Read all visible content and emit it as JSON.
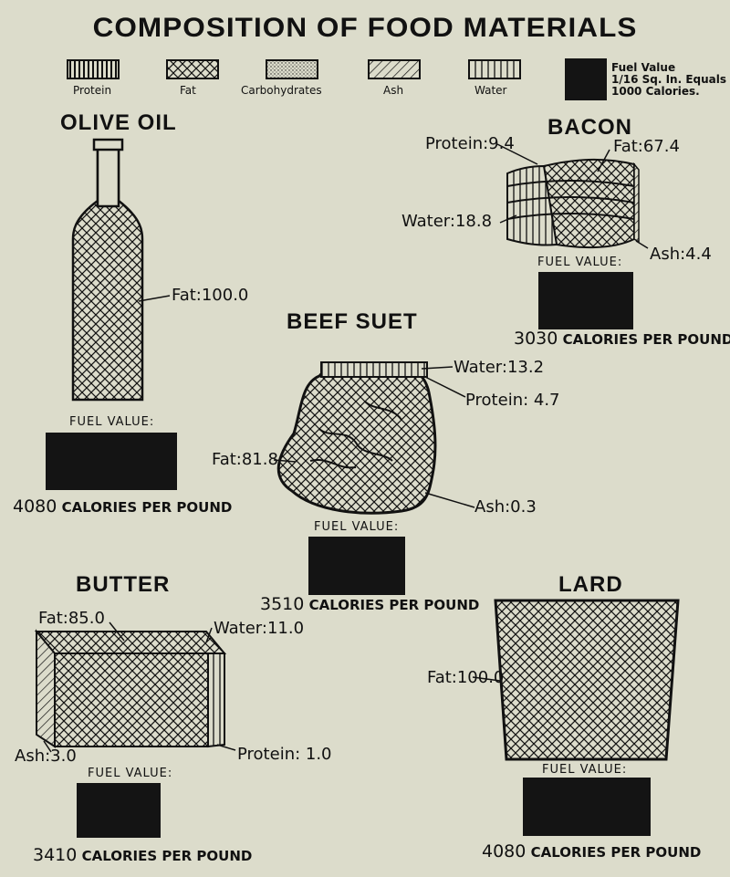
{
  "title": "COMPOSITION OF FOOD MATERIALS",
  "legend": {
    "protein": "Protein",
    "fat": "Fat",
    "carbohydrates": "Carbohydrates",
    "ash": "Ash",
    "water": "Water",
    "fuel_line1": "Fuel Value",
    "fuel_line2": "1/16 Sq. In. Equals",
    "fuel_line3": "1000 Calories."
  },
  "fuel_value_label": "FUEL VALUE:",
  "calories_suffix": "CALORIES PER POUND",
  "foods": {
    "olive_oil": {
      "name": "OLIVE OIL",
      "fat": "Fat:100.0",
      "calories": "4080"
    },
    "bacon": {
      "name": "BACON",
      "protein": "Protein:9.4",
      "fat": "Fat:67.4",
      "water": "Water:18.8",
      "ash": "Ash:4.4",
      "calories": "3030"
    },
    "beef_suet": {
      "name": "BEEF SUET",
      "water": "Water:13.2",
      "protein": "Protein: 4.7",
      "fat": "Fat:81.8",
      "ash": "Ash:0.3",
      "calories": "3510"
    },
    "butter": {
      "name": "BUTTER",
      "fat": "Fat:85.0",
      "water": "Water:11.0",
      "ash": "Ash:3.0",
      "protein": "Protein: 1.0",
      "calories": "3410"
    },
    "lard": {
      "name": "LARD",
      "fat": "Fat:100.0",
      "calories": "4080"
    }
  }
}
